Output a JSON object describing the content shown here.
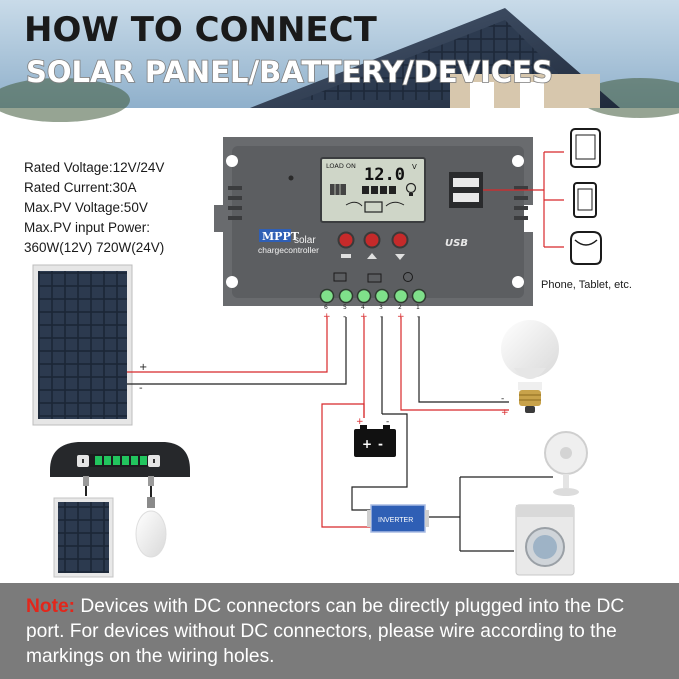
{
  "header": {
    "title": "HOW TO CONNECT",
    "subtitle": "SOLAR PANEL/BATTERY/DEVICES"
  },
  "specs": [
    "Rated Voltage:12V/24V",
    "Rated Current:30A",
    "Max.PV Voltage:50V",
    "Max.PV input Power:",
    "360W(12V) 720W(24V)"
  ],
  "controller": {
    "lcd_load_label": "LOAD ON",
    "lcd_reading": "12.0",
    "lcd_unit": "V",
    "brand": "MPPT",
    "line1": "solar",
    "line2": "chargecontroller",
    "usb_label": "USB",
    "terminal_numbers": [
      "6",
      "5",
      "4",
      "3",
      "2",
      "1"
    ]
  },
  "devices_caption": "Phone, Tablet, etc.",
  "wire_signs": {
    "plus": "+",
    "minus": "-"
  },
  "inverter_label": "INVERTER",
  "note": {
    "label": "Note:",
    "text": " Devices with DC connectors can be directly plugged into the DC port. For devices without DC connectors, please wire according to the markings on the wiring holes."
  },
  "colors": {
    "header_sky": "#9bb8d2",
    "note_bg": "#7b7b7b",
    "note_label": "#e3261b",
    "wire_red": "#d8282a",
    "wire_black": "#222222",
    "controller_body": "#6b6d70",
    "lcd": "#cfd6c8",
    "inverter": "#2f5fb5"
  }
}
